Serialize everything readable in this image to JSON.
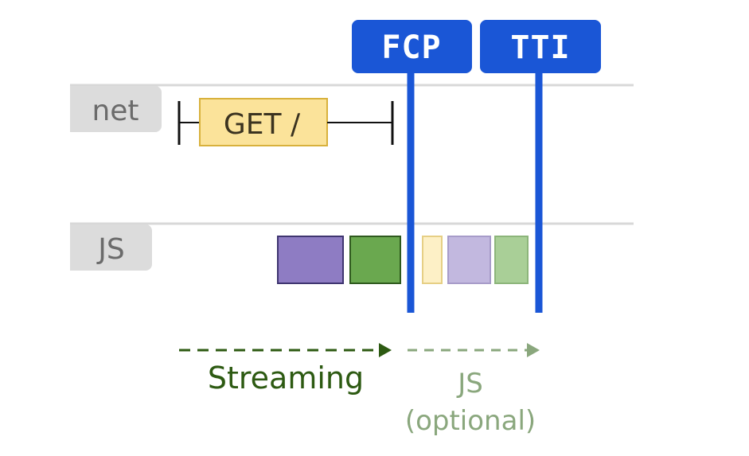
{
  "lanes": {
    "net": "net",
    "js": "JS"
  },
  "request": {
    "label": "GET /"
  },
  "markers": {
    "fcp": "FCP",
    "tti": "TTI"
  },
  "phases": {
    "streaming": "Streaming",
    "js": "JS",
    "js_note": "(optional)"
  },
  "colors": {
    "marker": "#1a56d6",
    "request_fill": "#fbe39a",
    "request_stroke": "#d8b13c",
    "js_task_purple": "#8e7cc3",
    "js_task_green": "#6aa84f",
    "js_task_purple_light": "#c2b8df",
    "js_task_green_light": "#a9cf97",
    "js_task_yellow_light": "#fdf0c6",
    "streaming_arrow": "#2d5a12",
    "optional_arrow": "#8aa77d",
    "lane_tab": "#dcdcdc",
    "lane_line": "#d8d8d8"
  }
}
